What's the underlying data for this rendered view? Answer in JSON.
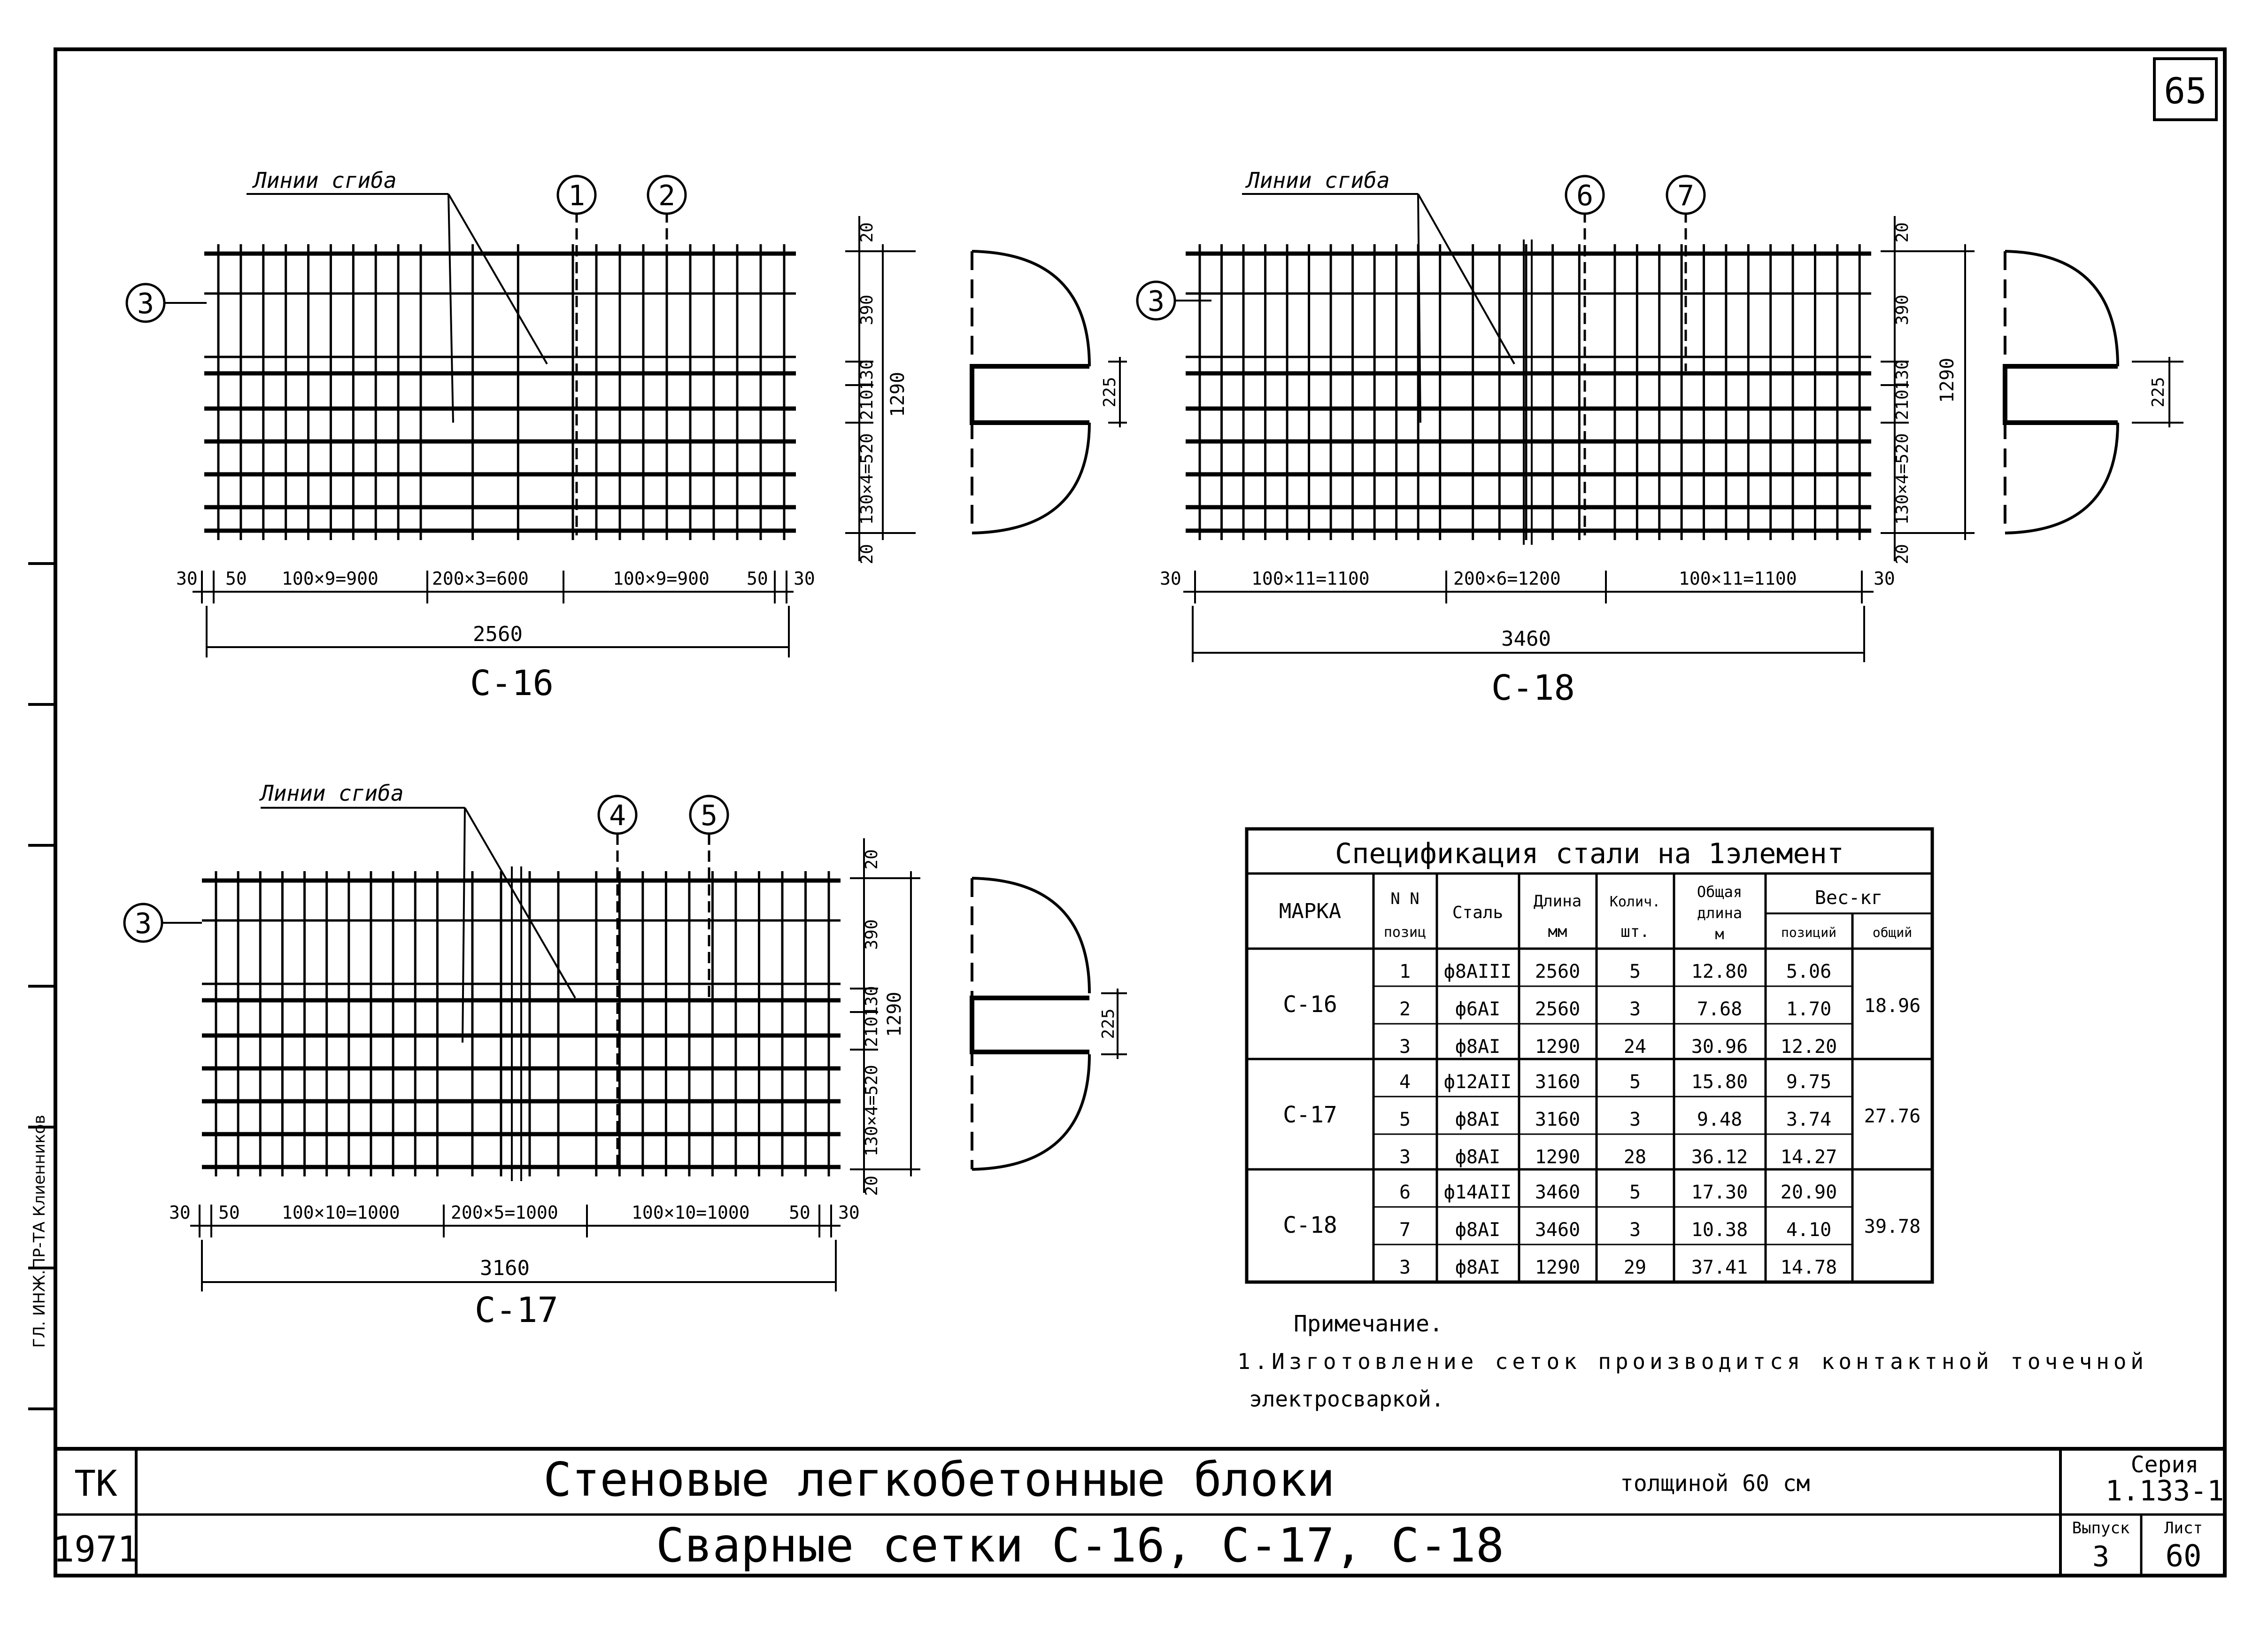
{
  "page_number": "65",
  "side_stamp": "ГЛ. ИНЖ.ПР-ТА Клиенников",
  "bend_lines_label": "Линии сгиба",
  "meshes": [
    {
      "mark": "С-16",
      "callouts": [
        "1",
        "2",
        "3"
      ],
      "dims_bottom": [
        "30",
        "50",
        "100×9=900",
        "200×3=600",
        "100×9=900",
        "50",
        "30"
      ],
      "total_length": "2560",
      "dims_side": [
        "20",
        "390",
        "130",
        "210",
        "130×4=520",
        "20"
      ],
      "height": "1290",
      "section_dim": "225"
    },
    {
      "mark": "С-18",
      "callouts": [
        "6",
        "7",
        "3"
      ],
      "dims_bottom": [
        "30",
        "100×11=1100",
        "200×6=1200",
        "100×11=1100",
        "30"
      ],
      "total_length": "3460",
      "dims_side": [
        "20",
        "390",
        "130",
        "210",
        "130×4=520",
        "20"
      ],
      "height": "1290",
      "section_dim": "225"
    },
    {
      "mark": "С-17",
      "callouts": [
        "4",
        "5",
        "3"
      ],
      "dims_bottom": [
        "30",
        "50",
        "100×10=1000",
        "200×5=1000",
        "100×10=1000",
        "50",
        "30"
      ],
      "total_length": "3160",
      "dims_side": [
        "20",
        "390",
        "130",
        "210",
        "130×4=520",
        "20"
      ],
      "height": "1290",
      "section_dim": "225"
    }
  ],
  "spec_table": {
    "title": "Спецификация стали на 1элемент",
    "headers": {
      "mark": "МАРКА",
      "pos": [
        "N N",
        "позиц"
      ],
      "steel": "Сталь",
      "length": [
        "Длина",
        "мм"
      ],
      "qty": [
        "Колич.",
        "шт."
      ],
      "total_len": [
        "Общая",
        "длина",
        "м"
      ],
      "weight": "Вес-кг",
      "weight_pos": "позиций",
      "weight_total": "общий"
    },
    "groups": [
      {
        "mark": "С-16",
        "total": "18.96",
        "rows": [
          {
            "pos": "1",
            "steel": "ф8АIII",
            "len": "2560",
            "qty": "5",
            "tot": "12.80",
            "w": "5.06"
          },
          {
            "pos": "2",
            "steel": "ф6АI",
            "len": "2560",
            "qty": "3",
            "tot": "7.68",
            "w": "1.70"
          },
          {
            "pos": "3",
            "steel": "ф8АI",
            "len": "1290",
            "qty": "24",
            "tot": "30.96",
            "w": "12.20"
          }
        ]
      },
      {
        "mark": "С-17",
        "total": "27.76",
        "rows": [
          {
            "pos": "4",
            "steel": "ф12АII",
            "len": "3160",
            "qty": "5",
            "tot": "15.80",
            "w": "9.75"
          },
          {
            "pos": "5",
            "steel": "ф8АI",
            "len": "3160",
            "qty": "3",
            "tot": "9.48",
            "w": "3.74"
          },
          {
            "pos": "3",
            "steel": "ф8АI",
            "len": "1290",
            "qty": "28",
            "tot": "36.12",
            "w": "14.27"
          }
        ]
      },
      {
        "mark": "С-18",
        "total": "39.78",
        "rows": [
          {
            "pos": "6",
            "steel": "ф14АII",
            "len": "3460",
            "qty": "5",
            "tot": "17.30",
            "w": "20.90"
          },
          {
            "pos": "7",
            "steel": "ф8АI",
            "len": "3460",
            "qty": "3",
            "tot": "10.38",
            "w": "4.10"
          },
          {
            "pos": "3",
            "steel": "ф8АI",
            "len": "1290",
            "qty": "29",
            "tot": "37.41",
            "w": "14.78"
          }
        ]
      }
    ]
  },
  "note": {
    "title": "Примечание.",
    "line1": "1.Изготовление сеток производится контактной точечной",
    "line2": "электросваркой."
  },
  "title_block": {
    "org": "ТК",
    "year": "1971",
    "title": "Стеновые легкобетонные блоки",
    "title_suffix": "толщиной 60 см",
    "subtitle": "Сварные сетки С-16, С-17, С-18",
    "series_label": "Серия",
    "series": "1.133-1",
    "issue_label": "Выпуск",
    "issue": "3",
    "sheet_label": "Лист",
    "sheet": "60"
  }
}
